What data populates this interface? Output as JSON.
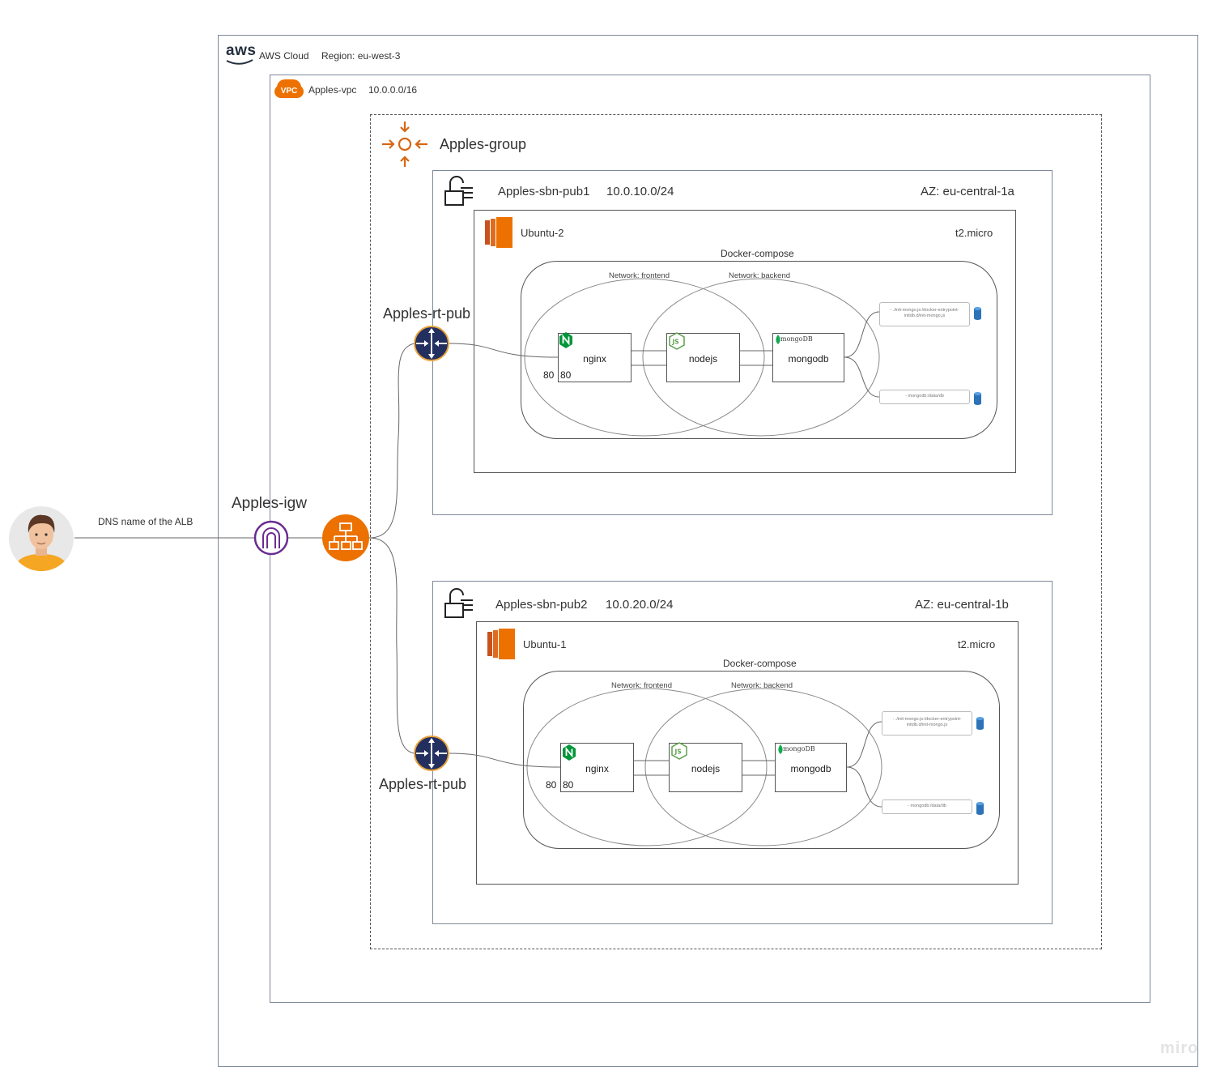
{
  "aws_cloud": {
    "logo": "aws",
    "label": "AWS Cloud",
    "region": "Region: eu-west-3"
  },
  "vpc": {
    "badge": "VPC",
    "name": "Apples-vpc",
    "cidr": "10.0.0.0/16"
  },
  "group": {
    "name": "Apples-group",
    "icon": "auto-scaling-icon"
  },
  "user": {
    "icon": "user-avatar",
    "link_label": "DNS name of the ALB"
  },
  "igw": {
    "label": "Apples-igw"
  },
  "alb": {
    "icon": "load-balancer-icon"
  },
  "subnets": [
    {
      "name": "Apples-sbn-pub1",
      "cidr": "10.0.10.0/24",
      "az": "AZ: eu-central-1a",
      "router": "Apples-rt-pub",
      "instance": {
        "name": "Ubuntu-2",
        "type": "t2.micro"
      },
      "compose": {
        "label": "Docker-compose",
        "net_frontend": "Network: frontend",
        "net_backend": "Network: backend"
      },
      "services": {
        "nginx": "nginx",
        "nodejs": "nodejs",
        "mongodb": "mongodb",
        "port_host": "80",
        "port_container": "80",
        "mongo_logo": "mongoDB"
      },
      "volumes": [
        "- ./init-mongo.js:/docker-entrypoint-initdb.d/init-mongo.js",
        "- mongodb:/data/db"
      ]
    },
    {
      "name": "Apples-sbn-pub2",
      "cidr": "10.0.20.0/24",
      "az": "AZ: eu-central-1b",
      "router": "Apples-rt-pub",
      "instance": {
        "name": "Ubuntu-1",
        "type": "t2.micro"
      },
      "compose": {
        "label": "Docker-compose",
        "net_frontend": "Network: frontend",
        "net_backend": "Network: backend"
      },
      "services": {
        "nginx": "nginx",
        "nodejs": "nodejs",
        "mongodb": "mongodb",
        "port_host": "80",
        "port_container": "80",
        "mongo_logo": "mongoDB"
      },
      "volumes": [
        "- ./init-mongo.js:/docker-entrypoint-initdb.d/init-mongo.js",
        "- mongodb:/data/db"
      ]
    }
  ],
  "watermark": "miro",
  "colors": {
    "aws_orange": "#ed7100",
    "router_navy": "#232f5e",
    "igw_purple": "#6b2c91",
    "nginx_green": "#009639",
    "node_green": "#5fa04e",
    "mongo_green": "#13aa52",
    "volume_blue": "#2e73b8"
  }
}
